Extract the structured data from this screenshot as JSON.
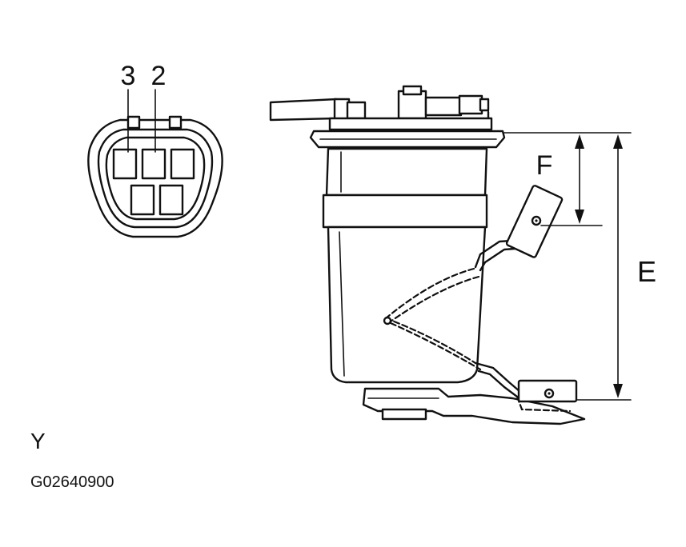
{
  "connector": {
    "pin_label_left": "3",
    "pin_label_right": "2"
  },
  "dimensions": {
    "small_label": "F",
    "large_label": "E"
  },
  "view_label": "Y",
  "figure_id": "G02640900"
}
